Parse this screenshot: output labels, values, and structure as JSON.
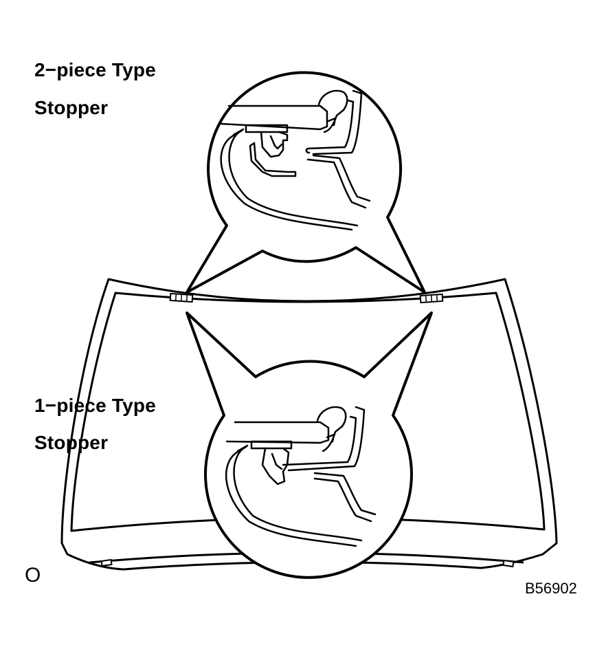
{
  "labels": {
    "top_type": "2−piece Type",
    "top_stopper": "Stopper",
    "bottom_type": "1−piece Type",
    "bottom_stopper": "Stopper",
    "corner_mark": "O",
    "figure_code": "B56902"
  },
  "colors": {
    "line": "#000000",
    "fill": "#ffffff"
  }
}
